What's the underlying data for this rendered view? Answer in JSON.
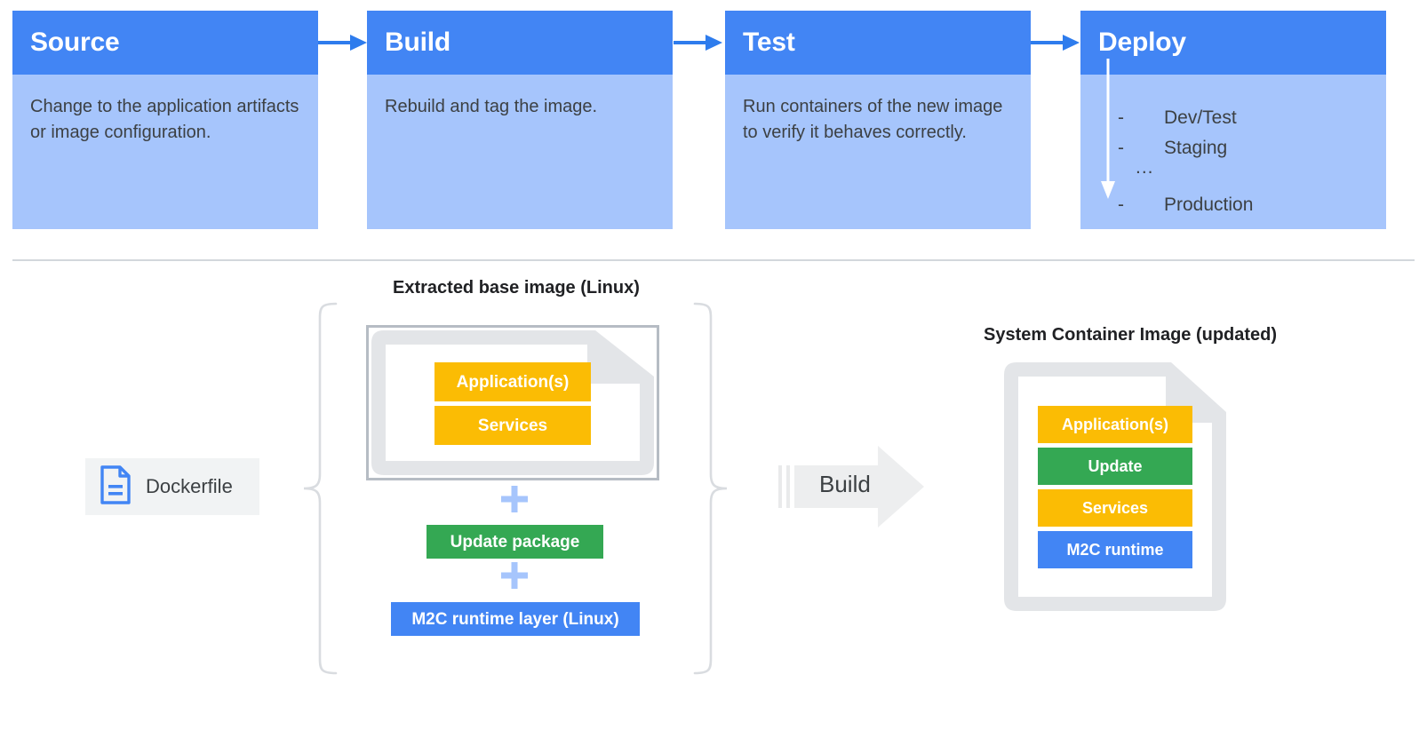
{
  "pipeline": {
    "stages": [
      {
        "title": "Source",
        "body": "Change to the application artifacts or image configuration."
      },
      {
        "title": "Build",
        "body": "Rebuild and tag the image."
      },
      {
        "title": "Test",
        "body": "Run containers of the new image to verify it behaves correctly."
      },
      {
        "title": "Deploy",
        "body": ""
      }
    ],
    "deploy_environments": [
      {
        "dash": "-",
        "label": "Dev/Test"
      },
      {
        "dash": "-",
        "label": "Staging"
      },
      {
        "ellipsis": "..."
      },
      {
        "dash": "-",
        "label": "Production"
      }
    ]
  },
  "diagram": {
    "captions": {
      "base_image": "Extracted base image (Linux)",
      "system_image": "System Container Image (updated)"
    },
    "dockerfile_label": "Dockerfile",
    "build_label": "Build",
    "base_image_layers": [
      {
        "label": "Application(s)",
        "color": "#FBBC04"
      },
      {
        "label": "Services",
        "color": "#FBBC04"
      }
    ],
    "stack_additions": [
      {
        "label": "Update package",
        "color": "#34A853"
      },
      {
        "label": "M2C runtime layer (Linux)",
        "color": "#4285F4"
      }
    ],
    "system_image_layers": [
      {
        "label": "Application(s)",
        "color": "#FBBC04"
      },
      {
        "label": "Update",
        "color": "#34A853"
      },
      {
        "label": "Services",
        "color": "#FBBC04"
      },
      {
        "label": "M2C runtime",
        "color": "#4285F4"
      }
    ]
  },
  "colors": {
    "header_blue": "#4285F4",
    "body_blue": "#A6C5FC",
    "orange": "#FBBC04",
    "green": "#34A853",
    "blue": "#4285F4",
    "gray_light": "#E3E5E8",
    "gray_frame": "#b6bcc4",
    "divider": "#d3d7dc"
  }
}
